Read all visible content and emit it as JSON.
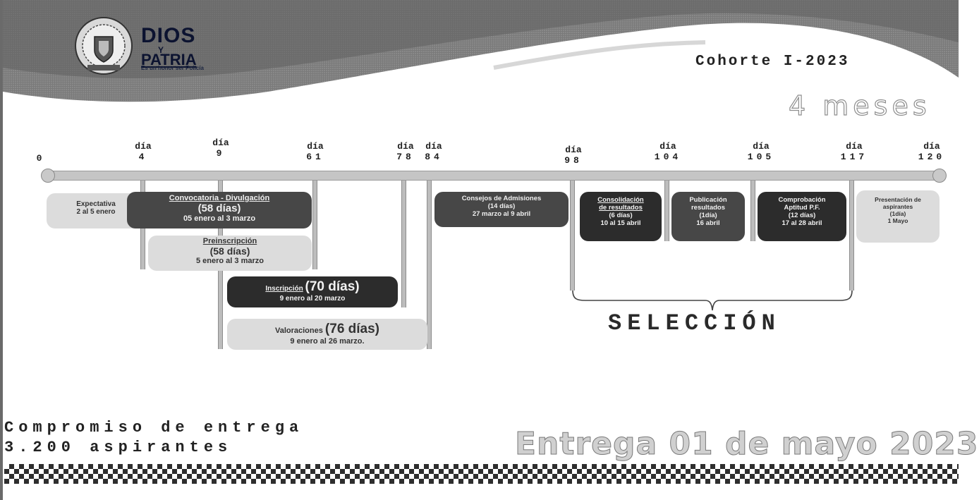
{
  "header": {
    "brand_line1": "DIOS",
    "brand_line2": "Y",
    "brand_line3": "PATRIA",
    "brand_tagline": "Es un honor ser Policía",
    "cohort": "Cohorte I-2023",
    "duration": "4 meses"
  },
  "timeline": {
    "start_label": "0",
    "day_prefix": "día",
    "markers": [
      "4",
      "9",
      "61",
      "78",
      "84",
      "98",
      "104",
      "105",
      "117",
      "120"
    ]
  },
  "stages": {
    "expectativa": {
      "title": "Expectativa",
      "dates": "2 al 5 enero"
    },
    "convocatoria": {
      "title": "Convocatoria - Divulgación",
      "duration": "(58 días)",
      "dates": "05 enero al 3 marzo"
    },
    "preinscripcion": {
      "title": "Preinscripción",
      "duration": "(58 días)",
      "dates": "5 enero al 3 marzo"
    },
    "inscripcion": {
      "title": "Inscripción",
      "duration": "(70 días)",
      "dates": "9 enero al 20 marzo"
    },
    "valoraciones": {
      "title": "Valoraciones",
      "duration": "(76 días)",
      "dates": "9 enero al 26 marzo."
    },
    "consejos": {
      "title": "Consejos de Admisiones",
      "duration": "(14 días)",
      "dates": "27 marzo al 9 abril"
    },
    "consolidacion": {
      "title1": "Consolidación",
      "title2": "de resultados",
      "duration": "(6 días)",
      "dates": "10 al 15 abril"
    },
    "publicacion": {
      "title1": "Publicación",
      "title2": "resultados",
      "duration": "(1día)",
      "dates": "16 abril"
    },
    "comprobacion": {
      "title1": "Comprobación",
      "title2": "Aptitud P.F.",
      "duration": "(12 días)",
      "dates": "17 al 28 abril"
    },
    "presentacion": {
      "title1": "Presentación de",
      "title2": "aspirantes",
      "duration": "(1día)",
      "dates": "1 Mayo"
    }
  },
  "selection_label": "SELECCIÓN",
  "footer": {
    "commit_line1": "Compromiso de entrega",
    "commit_line2": "3.200 aspirantes",
    "delivery": "Entrega 01 de mayo 2023"
  },
  "colors": {
    "dark_box": "#474747",
    "darker_box": "#2c2c2c",
    "light_box": "#dcdcdc",
    "band": "#6e6e6e"
  }
}
